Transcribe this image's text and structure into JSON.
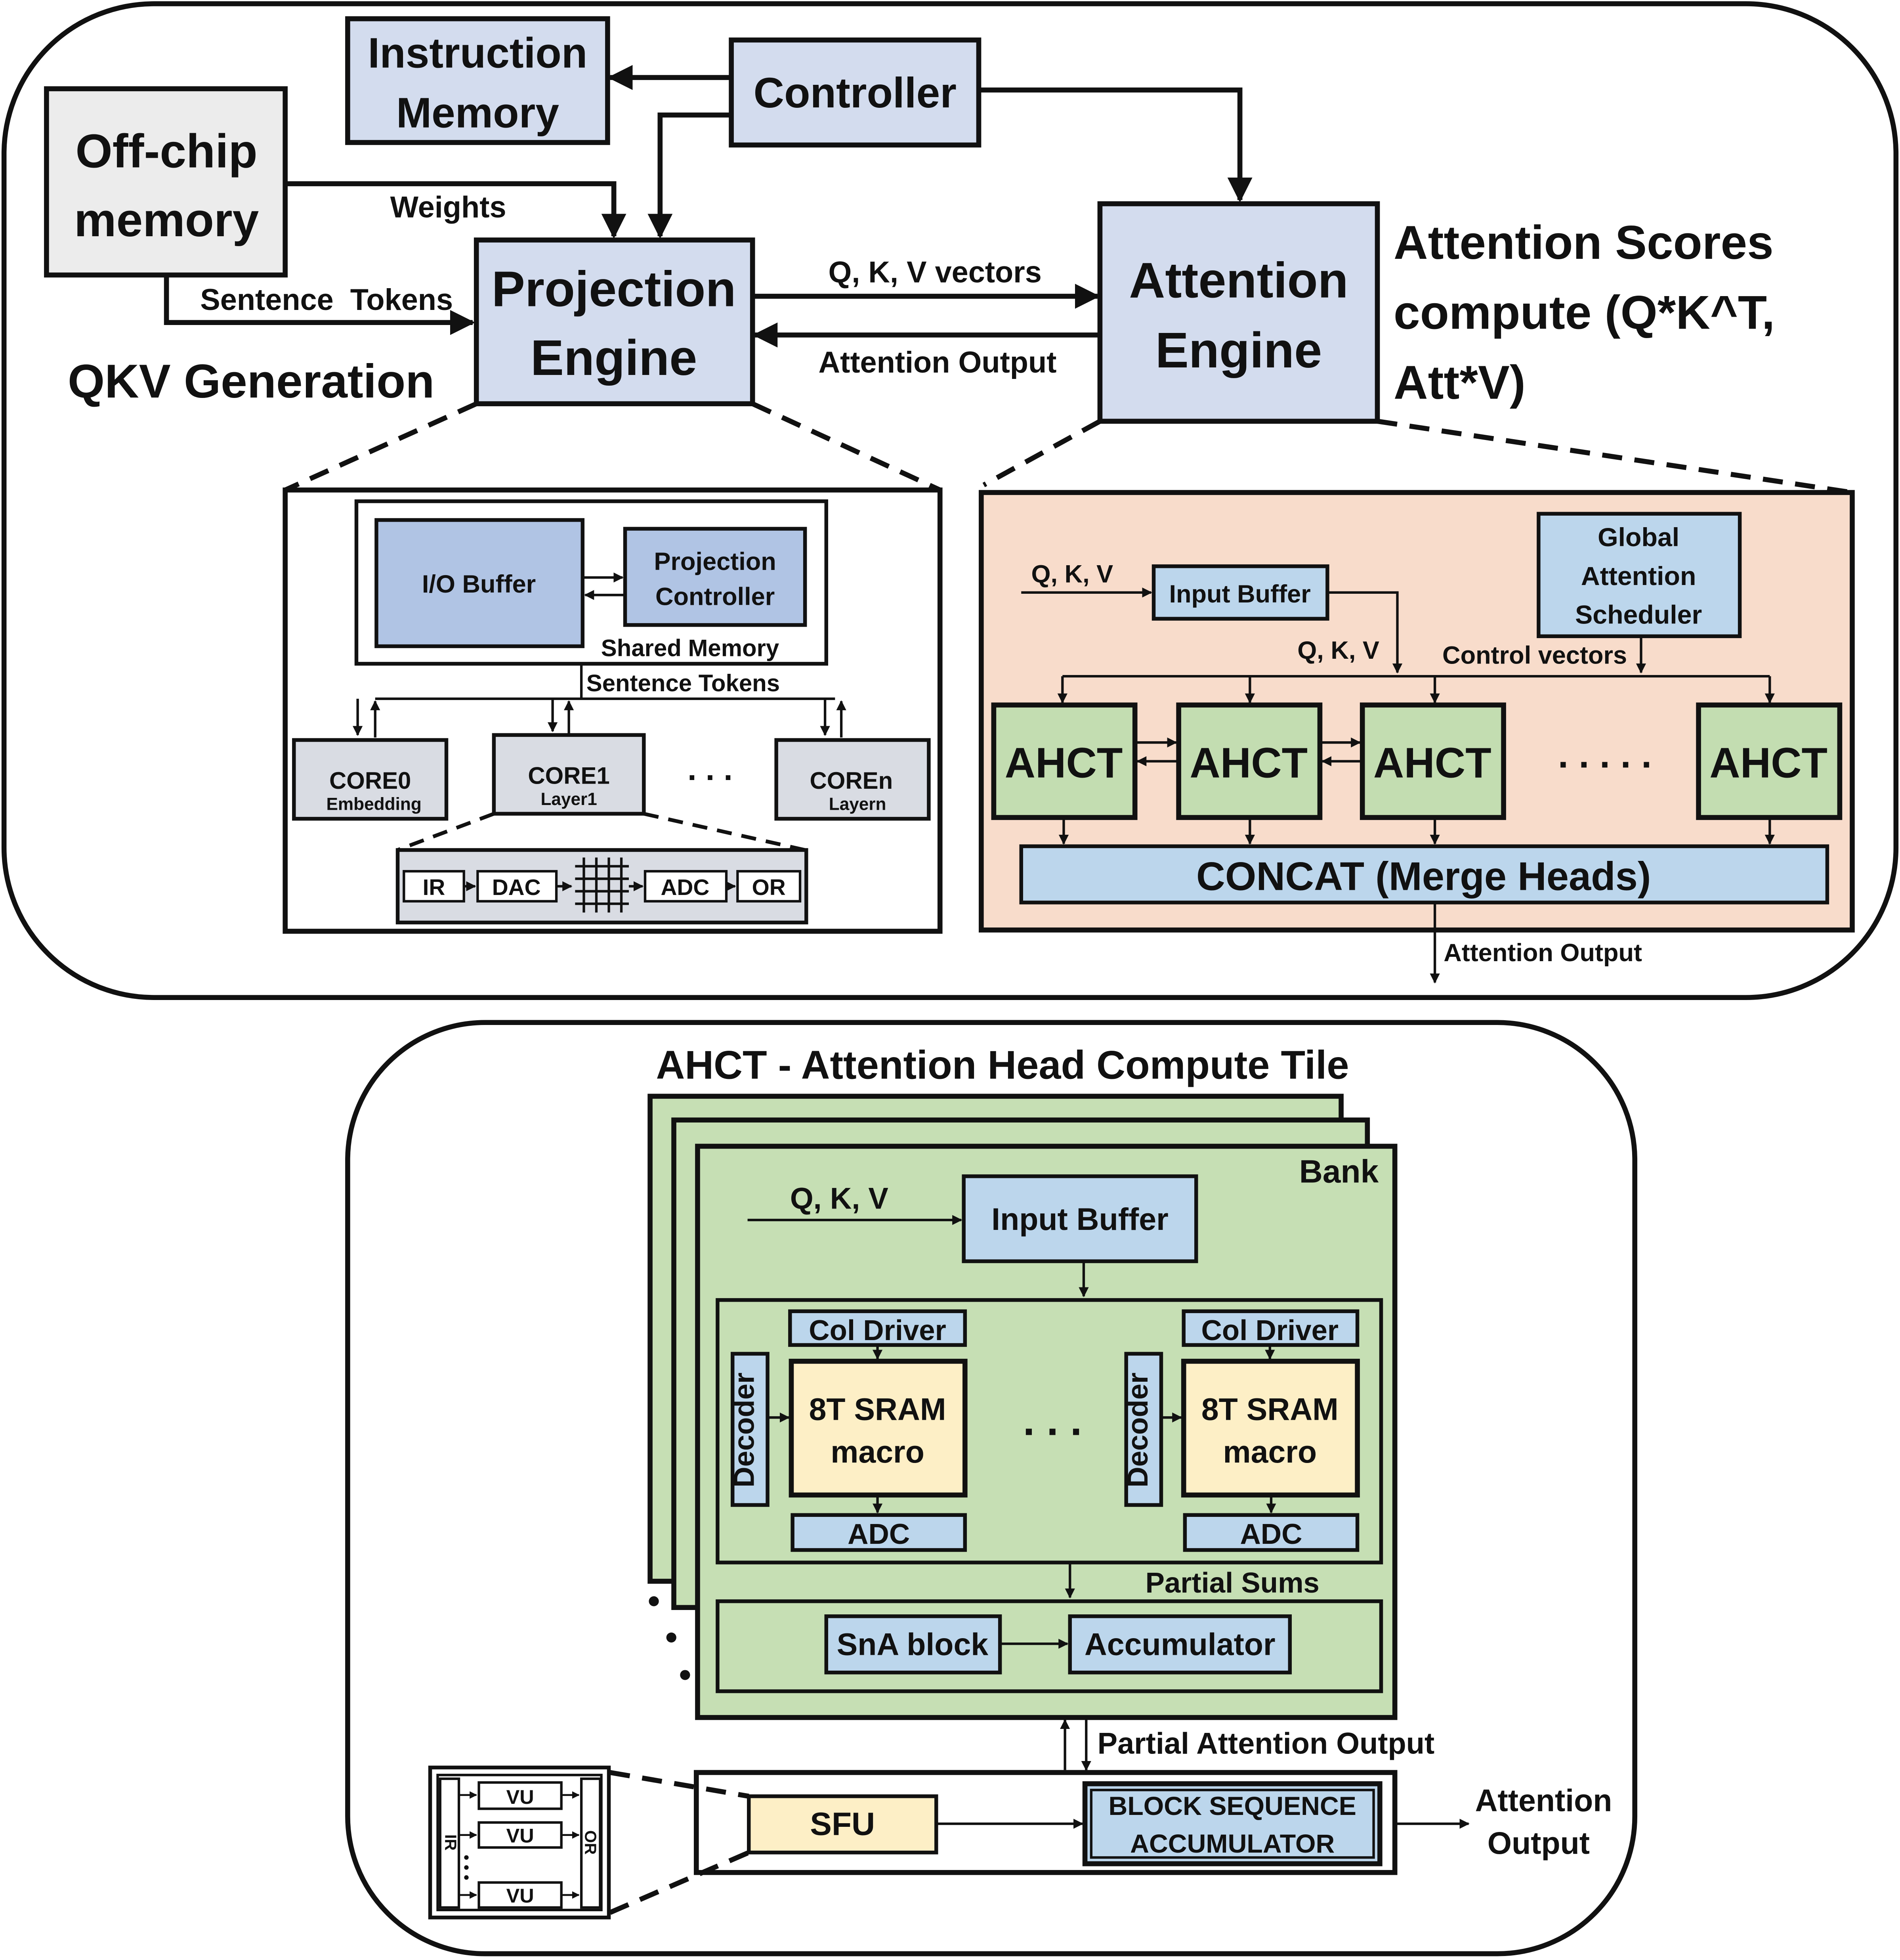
{
  "colors": {
    "stroke": "#111111",
    "box_blue": "#d3dcee",
    "box_blue_dark": "#b0c4e4",
    "box_light_blue": "#bcd6ec",
    "box_gray": "#ececec",
    "core_gray": "#d9dce3",
    "attention_bg": "#f8dccb",
    "tile_green": "#c6dfb4",
    "tile_green_dark": "#c3ddb1",
    "sram_yellow": "#fdefc6"
  },
  "top": {
    "off_chip_memory": [
      "Off-chip",
      "memory"
    ],
    "instruction_memory": [
      "Instruction",
      "Memory"
    ],
    "controller": "Controller",
    "projection_engine": [
      "Projection",
      "Engine"
    ],
    "attention_engine": [
      "Attention",
      "Engine"
    ],
    "weights_label": "Weights",
    "sentence_tokens_label": "Sentence  Tokens",
    "qkv_vectors_label": "Q, K, V vectors",
    "attention_output_label": "Attention Output",
    "qkv_generation": "QKV Generation",
    "attention_scores": [
      "Attention Scores",
      "compute (Q*K^T,",
      "Att*V)"
    ]
  },
  "projection_detail": {
    "io_buffer": "I/O Buffer",
    "projection_controller": [
      "Projection",
      "Controller"
    ],
    "shared_memory": "Shared Memory",
    "sentence_tokens": "Sentence Tokens",
    "cores": [
      {
        "name": "CORE0",
        "sub": "Embedding"
      },
      {
        "name": "CORE1",
        "sub": "Layer1"
      },
      {
        "name": "COREn",
        "sub": "Layern"
      }
    ],
    "ellipsis": ". . .",
    "pipeline": {
      "ir": "IR",
      "dac": "DAC",
      "adc": "ADC",
      "or": "OR"
    }
  },
  "attention_detail": {
    "qkv_in": "Q, K, V",
    "input_buffer": "Input Buffer",
    "qkv_mid": "Q, K, V",
    "scheduler": [
      "Global",
      "Attention",
      "Scheduler"
    ],
    "control_vectors": "Control vectors",
    "ahct": "AHCT",
    "dots": ". . . . .",
    "concat": "CONCAT (Merge Heads)",
    "attention_output": "Attention Output"
  },
  "ahct_detail": {
    "title": "AHCT - Attention Head Compute Tile",
    "bank": "Bank",
    "qkv": "Q, K, V",
    "input_buffer": "Input Buffer",
    "col_driver": "Col Driver",
    "decoder": "Decoder",
    "sram": [
      "8T SRAM",
      "macro"
    ],
    "adc": "ADC",
    "dots": ". . .",
    "partial_sums": "Partial Sums",
    "sna_block": "SnA block",
    "accumulator": "Accumulator",
    "partial_attention_output": "Partial Attention Output",
    "sfu": "SFU",
    "block_seq_acc": [
      "BLOCK SEQUENCE",
      "ACCUMULATOR"
    ],
    "attention_output": [
      "Attention",
      "Output"
    ],
    "vu": "VU",
    "ir": "IR",
    "or": "OR"
  }
}
